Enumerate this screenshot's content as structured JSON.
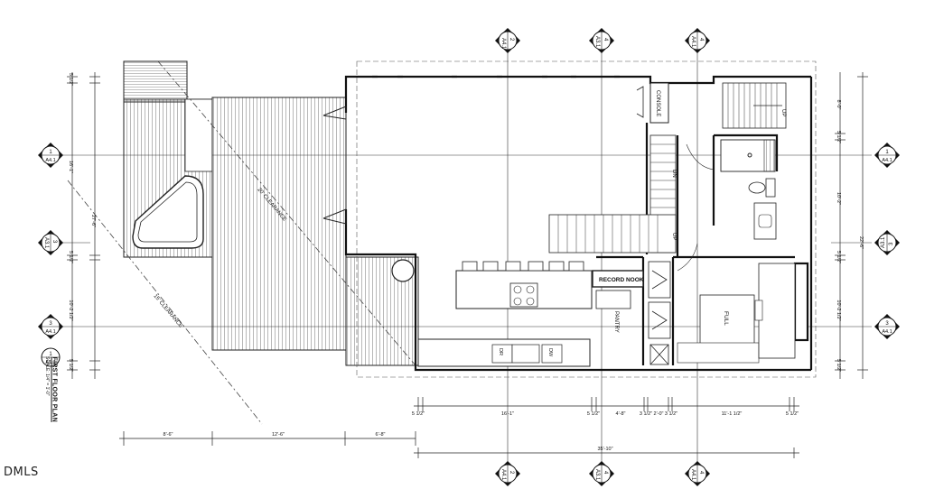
{
  "plan": {
    "title": "FIRST FLOOR PLAN",
    "scale": "SCALE: 1/4\" = 1'-0\""
  },
  "watermark": "DMLS",
  "rooms": {
    "console": "CONSOLE",
    "record_nook": "RECORD NOOK",
    "pantry": "PANTRY",
    "full": "FULL",
    "dn": "DN",
    "up_stair": "UP",
    "up_top": "UP",
    "dw": "DW",
    "dr": "DR"
  },
  "clearances": {
    "upper": "20' CLEARANCE",
    "lower": "15' CLEARANCE"
  },
  "section_marks": {
    "top": [
      {
        "num": "2",
        "sheet": "A4.1"
      },
      {
        "num": "4",
        "sheet": "A3.1"
      },
      {
        "num": "4",
        "sheet": "A4.1"
      }
    ],
    "bottom": [
      {
        "num": "2",
        "sheet": "A4.1"
      },
      {
        "num": "4",
        "sheet": "A3.1"
      },
      {
        "num": "4",
        "sheet": "A4.1"
      }
    ],
    "left": [
      {
        "num": "1",
        "sheet": "A4.1"
      },
      {
        "num": "3",
        "sheet": "A3.1"
      },
      {
        "num": "3",
        "sheet": "A4.1"
      },
      {
        "num": "1",
        "sheet": "A1.1"
      }
    ],
    "right": [
      {
        "num": "1",
        "sheet": "A4.1"
      },
      {
        "num": "3",
        "sheet": "A3.1"
      },
      {
        "num": "3",
        "sheet": "A4.1"
      }
    ]
  },
  "dimensions": {
    "bottom_overall": "35'-10\"",
    "bottom_left": [
      "8'-6\"",
      "12'-6\"",
      "6'-8\""
    ],
    "bottom_right": [
      "5 1/2\"",
      "16'-1\"",
      "5 1/2\"",
      "4'-8\"",
      "3 1/2\"",
      "2'-0\"",
      "3 1/2\"",
      "11'-1 1/2\"",
      "5 1/2\""
    ],
    "left_overall": "27'-6\"",
    "left_segments": [
      "5 1/2\"",
      "16'-1\"",
      "5 1/2\"",
      "10'-2 1/2\"",
      "5 1/2\""
    ],
    "right_overall": "22'-6\"",
    "right_segments": [
      "8'-0\"",
      "5 1/2\"",
      "10'-2\"",
      "5 1/2\"",
      "10'-2 1/2\"",
      "5 1/2\""
    ]
  }
}
